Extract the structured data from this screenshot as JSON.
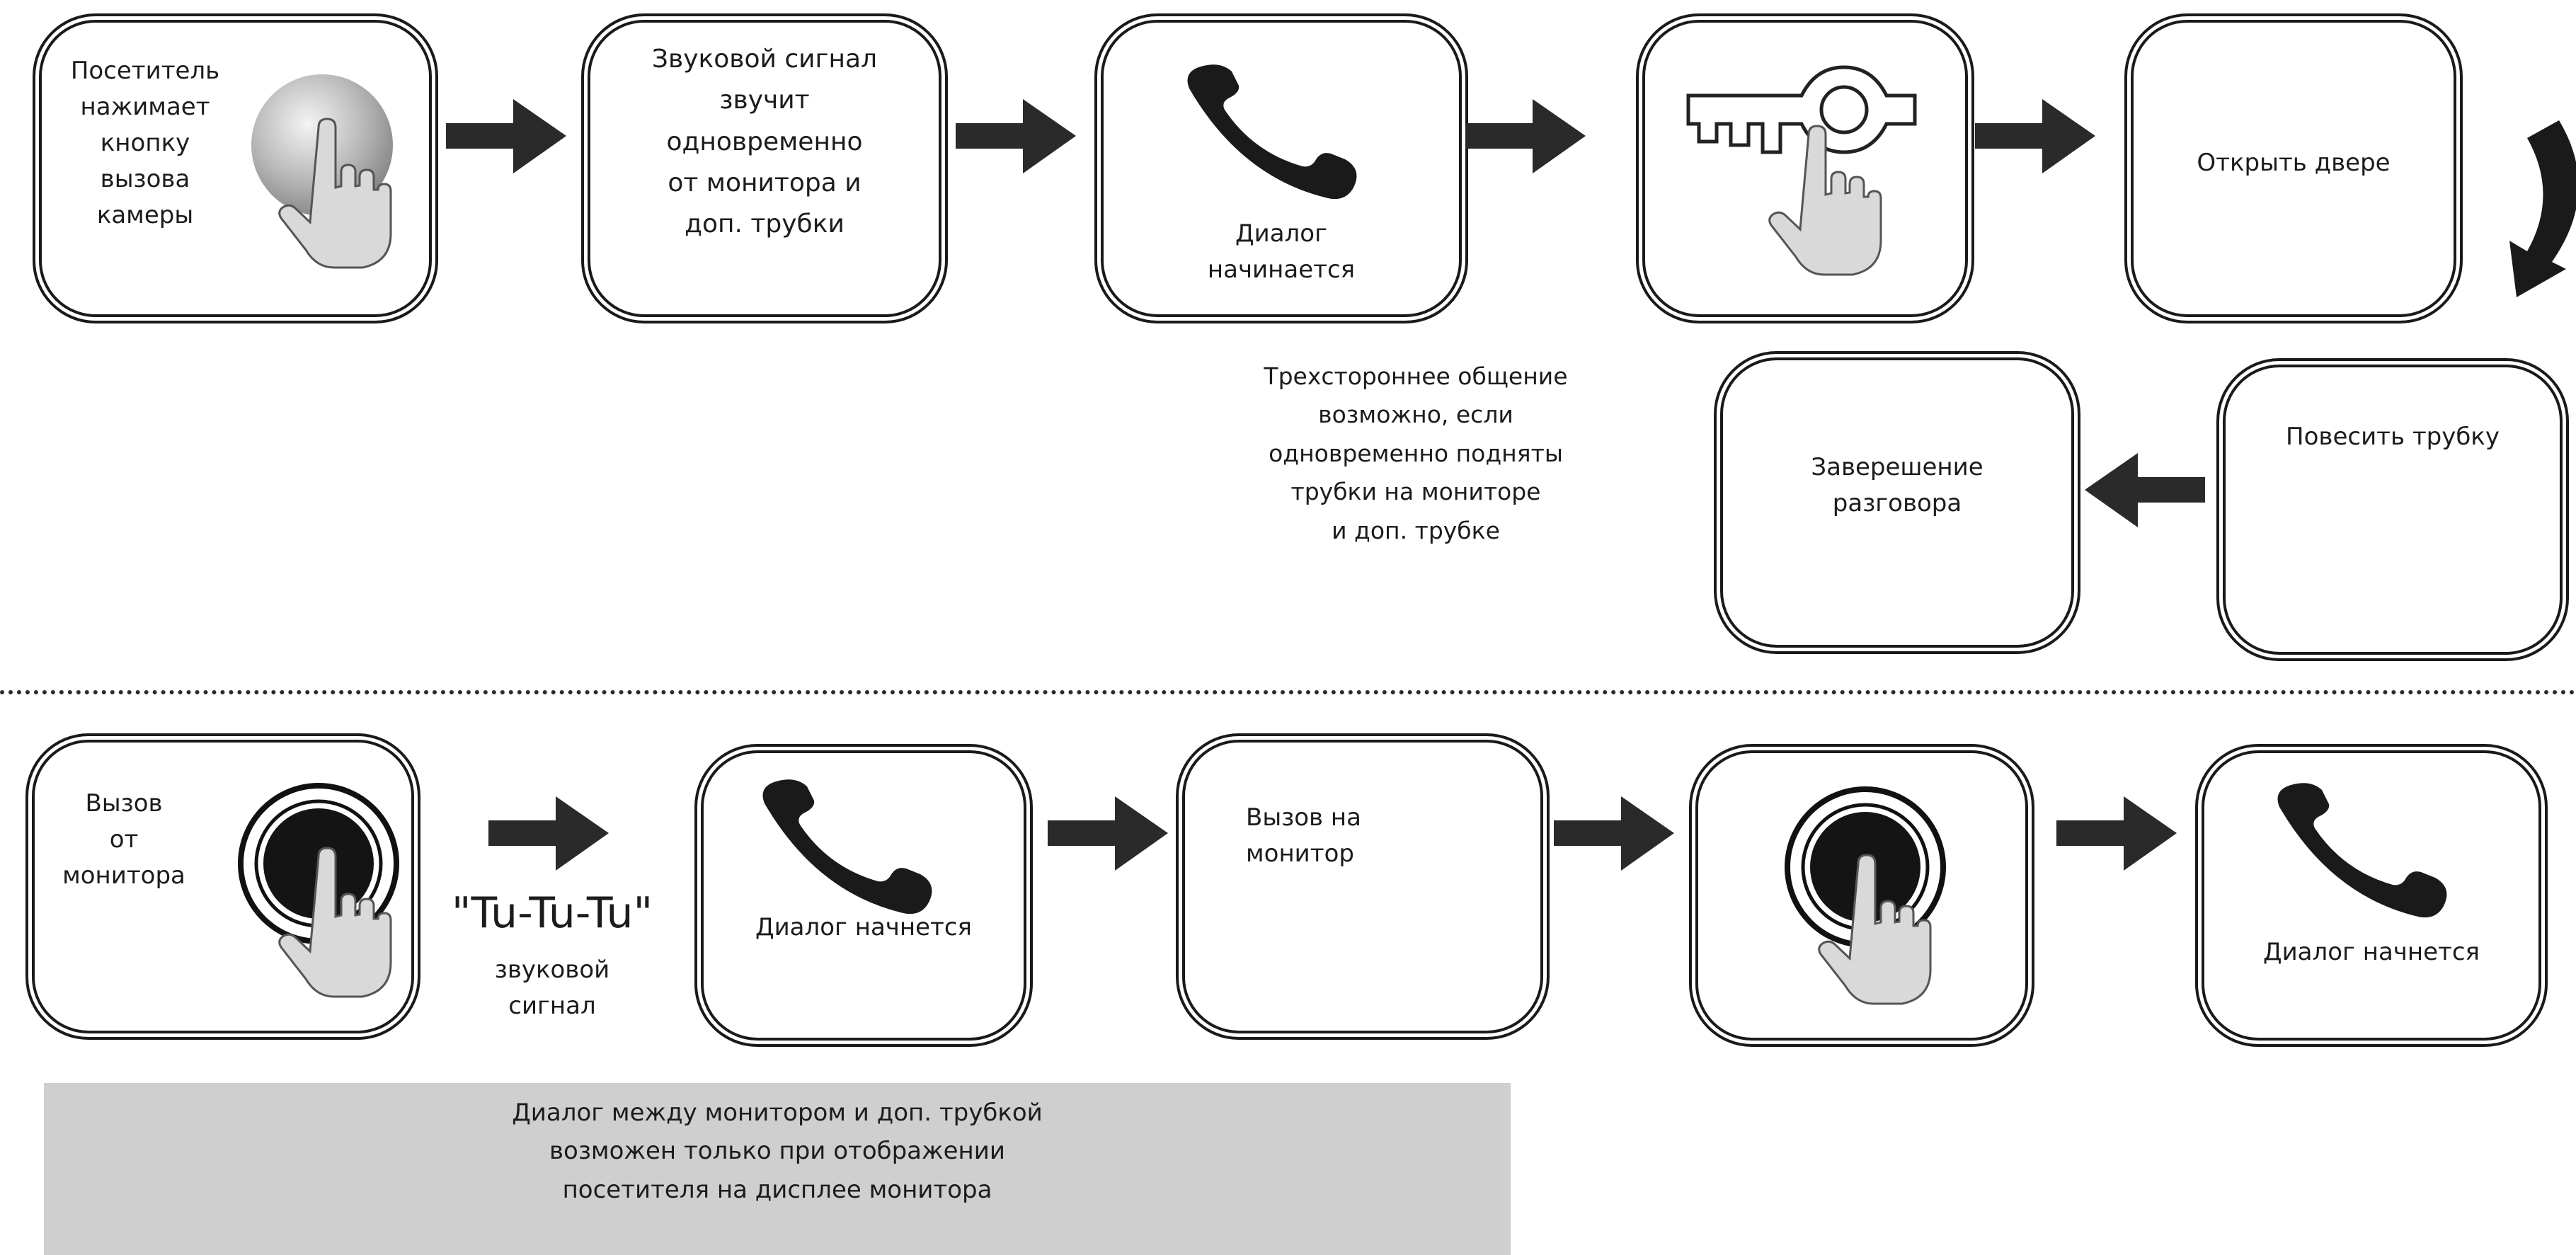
{
  "top_row": {
    "step1": "Посетитель\nнажимает\nкнопку\nвызова\nкамеры",
    "step2": "Звуковой сигнал\nзвучит\nодновременно\nот монитора и\nдоп. трубки",
    "step3": "Диалог\nначинается",
    "step5": "Открыть двере"
  },
  "middle_row": {
    "three_way_note": "Трехстороннее общение\nвозможно, если\nодновременно подняты\nтрубки на мониторе\nи доп. трубке",
    "end_call": "Заверешение\nразговора",
    "hang_up": "Повесить трубку"
  },
  "bottom_row": {
    "call_from_monitor": "Вызов\nот\nмонитора",
    "tutu_signal": "\"Tu-Tu-Tu\"",
    "tutu_caption": "звуковой\nсигнал",
    "dialog_starts_1": "Диалог начнется",
    "call_to_monitor": "Вызов на\nмонитор",
    "dialog_starts_2": "Диалог начнется"
  },
  "note": "Диалог между монитором и доп. трубкой\nвозможен только при отображении\nпосетителя на дисплее монитора",
  "colors": {
    "line": "#1a1a1a",
    "note_bg": "#cfcfcf",
    "hand": "#d9d9d9"
  },
  "icons": [
    "round-call-button-icon",
    "pointing-hand-icon",
    "phone-handset-icon",
    "key-icon",
    "curved-arrow-icon"
  ]
}
